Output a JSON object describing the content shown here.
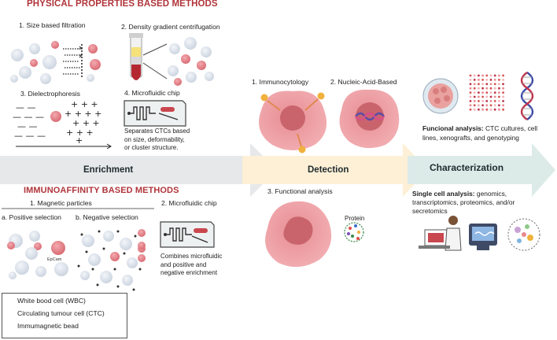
{
  "physical": {
    "heading": "PHYSICAL PROPERTIES BASED METHODS",
    "size_filtration": "1. Size based filtration",
    "density_gradient": "2. Density gradient centrifugation",
    "dielectrophoresis": "3. Dielectrophoresis",
    "microfluidic_chip": "4. Microfluidic chip",
    "microfluidic_desc": [
      "Separates CTCs based",
      "on size, deformability,",
      "or cluster structure."
    ]
  },
  "enrichment": {
    "label": "Enrichment"
  },
  "immunoaffinity": {
    "heading": "IMMUNOAFFINITY BASED METHODS",
    "magnetic": "1. Magnetic particles",
    "positive": "a. Positive selection",
    "negative": "b. Negative selection",
    "epcam": "EpCam",
    "microfluidic_chip": "2. Microfluidic chip",
    "microfluidic_desc": [
      "Combines microfluidic",
      "and positive  and",
      "negative enrichment"
    ]
  },
  "legend": {
    "wbc": "White bood cell (WBC)",
    "ctc": "Circulating tumour cell (CTC)",
    "bead": "Immumagnetic bead"
  },
  "detection": {
    "label": "Detection",
    "immunocytology": "1. Immunocytology",
    "nucleic": "2. Nucleic-Acid-Based",
    "functional": "3. Functional analysis",
    "protein": "Protein"
  },
  "characterization": {
    "label": "Characterization",
    "functional_bold": "Funcional analysis:",
    "functional_rest_1": " CTC cultures, cell",
    "functional_rest_2": "lines, xenografts, and genotyping",
    "single_bold": "Single cell analysis:",
    "single_rest_1": " genomics,",
    "single_rest_2": "transcriptomics, proteomics, and/or",
    "single_rest_3": "secretomics"
  },
  "colors": {
    "heading": "#b0343a",
    "ctc": "#e8888e",
    "wbc": "#dfe5ee",
    "enrichment_arrow": "#e6e8ea",
    "detection_arrow": "#fdf0d6",
    "characterization_arrow": "#dcebe8"
  }
}
